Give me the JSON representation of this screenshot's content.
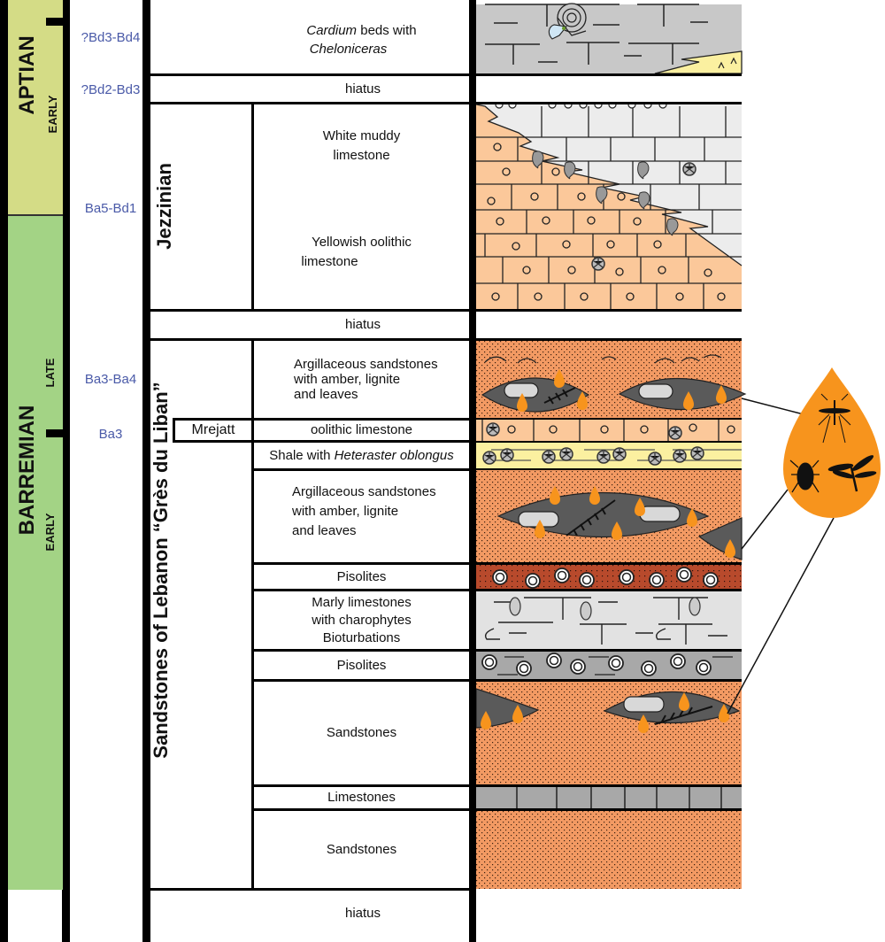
{
  "chronostratigraphy": {
    "stages": [
      {
        "name": "APTIAN",
        "color": "#d4dc86",
        "substages": [
          {
            "name": "EARLY"
          }
        ]
      },
      {
        "name": "BARREMIAN",
        "color": "#a3d385",
        "substages": [
          {
            "name": "LATE"
          },
          {
            "name": "EARLY"
          }
        ]
      }
    ]
  },
  "zones": [
    "?Bd3-Bd4",
    "?Bd2-Bd3",
    "Ba5-Bd1",
    "Ba3-Ba4",
    "Ba3"
  ],
  "zone_color": "#4a5aa8",
  "formations": [
    {
      "name": "Jezzinian"
    },
    {
      "name": "Sandstones of Lebanon “Grès du Liban”"
    }
  ],
  "members": [
    {
      "name": "Mrejatt"
    }
  ],
  "units": [
    {
      "label_parts": [
        {
          "text": "Cardium",
          "italic": true
        },
        {
          "text": " beds with",
          "italic": false
        }
      ],
      "label_line2": "Cheloniceras",
      "line2_italic": true,
      "lithology": "limestone-grey"
    },
    {
      "label": "hiatus",
      "lithology": "none"
    },
    {
      "label": "White muddy limestone",
      "lithology": "white-limestone"
    },
    {
      "label": "Yellowish oolithic limestone",
      "lithology": "oolithic-limestone"
    },
    {
      "label": "hiatus",
      "lithology": "none"
    },
    {
      "label": "Argillaceous sandstones with amber, lignite and leaves",
      "lithology": "sandstone-amber"
    },
    {
      "label": "oolithic limestone",
      "lithology": "oolithic-limestone"
    },
    {
      "label_parts": [
        {
          "text": "Shale with ",
          "italic": false
        },
        {
          "text": "Heteraster oblongus",
          "italic": true
        }
      ],
      "lithology": "shale"
    },
    {
      "label": "Argillaceous sandstones with amber, lignite and leaves",
      "lithology": "sandstone-amber"
    },
    {
      "label": "Pisolites",
      "lithology": "pisolite-red"
    },
    {
      "label": "Marly limestones with charophytes Bioturbations",
      "lithology": "marly-limestone"
    },
    {
      "label": "Pisolites",
      "lithology": "pisolite-grey"
    },
    {
      "label": "Sandstones",
      "lithology": "sandstone-amber"
    },
    {
      "label": "Limestones",
      "lithology": "limestone-grey"
    },
    {
      "label": "Sandstones",
      "lithology": "sandstone"
    },
    {
      "label": "hiatus",
      "lithology": "none"
    }
  ],
  "text": {
    "aptian": "APTIAN",
    "aptian_early": "EARLY",
    "barremian": "BARREMIAN",
    "barremian_late": "LATE",
    "barremian_early": "EARLY",
    "z1": "?Bd3-Bd4",
    "z2": "?Bd2-Bd3",
    "z3": "Ba5-Bd1",
    "z4": "Ba3-Ba4",
    "z5": "Ba3",
    "jezzinian": "Jezzinian",
    "gres": "Sandstones of Lebanon “Grès du Liban”",
    "mrejatt": "Mrejatt",
    "u1a": "Cardium",
    "u1b": " beds with",
    "u1c": "Cheloniceras",
    "hiatus": "hiatus",
    "u3a": "White muddy",
    "u3b": "limestone",
    "u4a": "Yellowish oolithic",
    "u4b": "limestone",
    "u6a": "Argillaceous sandstones",
    "u6b": "with amber, lignite",
    "u6c": "and leaves",
    "u7": "oolithic limestone",
    "u8a": "Shale with ",
    "u8b": "Heteraster oblongus",
    "u10": "Pisolites",
    "u11a": "Marly limestones",
    "u11b": "with charophytes",
    "u11c": "Bioturbations",
    "u12": "Pisolites",
    "u13": "Sandstones",
    "u14": "Limestones",
    "u15": "Sandstones"
  },
  "amber_inset": {
    "color": "#f7941d",
    "inclusions": [
      "mosquito",
      "beetle",
      "dragonfly"
    ]
  },
  "colors": {
    "sandstone": "#f39a63",
    "oolithic": "#fbc89a",
    "white_limestone": "#ececec",
    "grey_limestone": "#c8c8c8",
    "shale": "#fbf0a0",
    "pisolite_red": "#b84a2c",
    "marly": "#e2e2e2",
    "pisolite_grey": "#a8a8a8",
    "lignite": "#5a5a5a",
    "amber": "#f7941d"
  }
}
